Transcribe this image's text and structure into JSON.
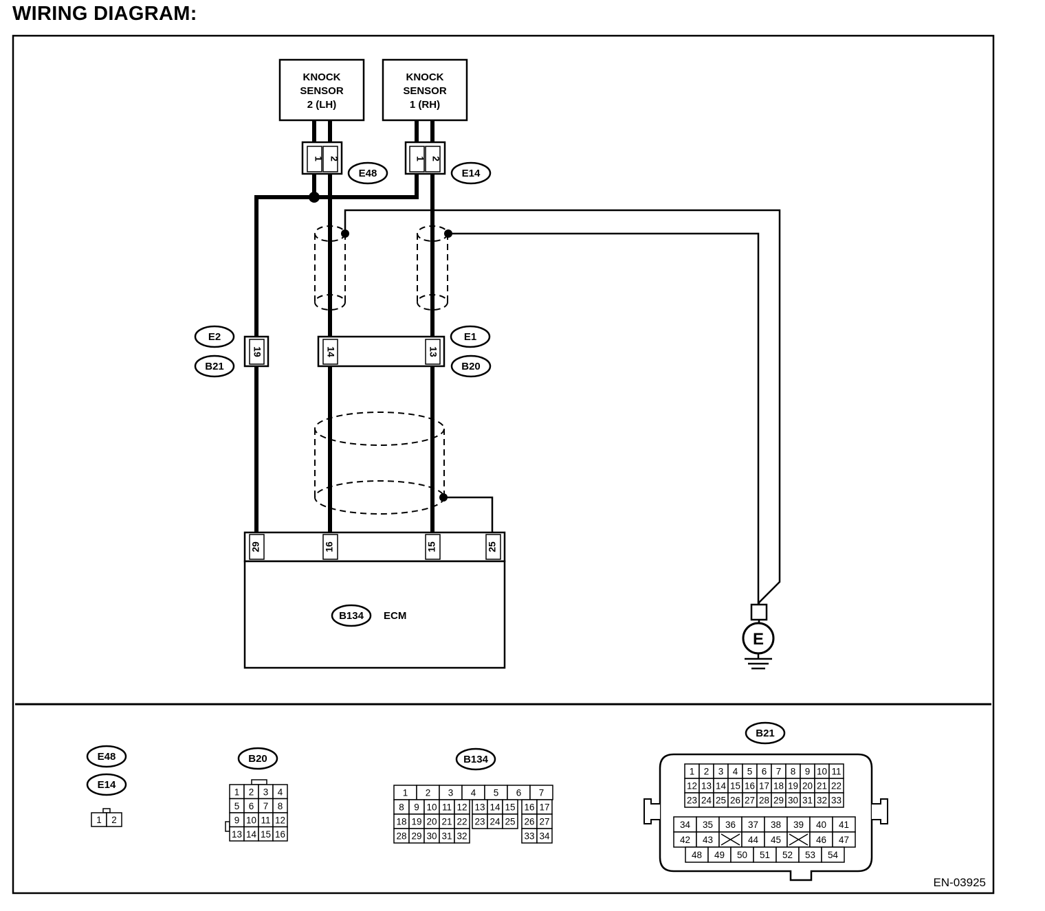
{
  "title": "WIRING DIAGRAM:",
  "components": {
    "knock_lh": [
      "KNOCK",
      "SENSOR",
      "2 (LH)"
    ],
    "knock_rh": [
      "KNOCK",
      "SENSOR",
      "1 (RH)"
    ],
    "ecm": "ECM"
  },
  "connector_ids": {
    "E48": "E48",
    "E14": "E14",
    "E2": "E2",
    "B21": "B21",
    "E1": "E1",
    "B20": "B20",
    "B134": "B134"
  },
  "pins": {
    "e48_1": "1",
    "e48_2": "2",
    "e14_1": "1",
    "e14_2": "2",
    "e2_19": "19",
    "e1_14": "14",
    "e1_13": "13",
    "ecm_29": "29",
    "ecm_16": "16",
    "ecm_15": "15",
    "ecm_25": "25"
  },
  "ground": "E",
  "legend": {
    "e48_e14": [
      "1",
      "2"
    ],
    "b20_rows": [
      [
        "1",
        "2",
        "3",
        "4"
      ],
      [
        "5",
        "6",
        "7",
        "8"
      ],
      [
        "9",
        "10",
        "11",
        "12"
      ],
      [
        "13",
        "14",
        "15",
        "16"
      ]
    ],
    "b134": {
      "row1": [
        "1",
        "2",
        "3",
        "4",
        "5",
        "6",
        "7"
      ],
      "row2": [
        "8",
        "9",
        "10",
        "11",
        "12",
        "13",
        "14",
        "15",
        "16",
        "17"
      ],
      "row3": [
        "18",
        "19",
        "20",
        "21",
        "22",
        "23",
        "24",
        "25",
        "26",
        "27"
      ],
      "row4a": [
        "28",
        "29",
        "30",
        "31",
        "32"
      ],
      "row4b": [
        "33",
        "34"
      ]
    },
    "b21": {
      "top": [
        [
          "1",
          "2",
          "3",
          "4",
          "5",
          "6",
          "7",
          "8",
          "9",
          "10",
          "11"
        ],
        [
          "12",
          "13",
          "14",
          "15",
          "16",
          "17",
          "18",
          "19",
          "20",
          "21",
          "22"
        ],
        [
          "23",
          "24",
          "25",
          "26",
          "27",
          "28",
          "29",
          "30",
          "31",
          "32",
          "33"
        ]
      ],
      "bottom": [
        [
          "34",
          "35",
          "36",
          "37",
          "38",
          "39",
          "40",
          "41"
        ],
        [
          "42",
          "43",
          "",
          "44",
          "45",
          "",
          "46",
          "47"
        ],
        [
          "48",
          "49",
          "50",
          "51",
          "52",
          "53",
          "54"
        ]
      ]
    }
  },
  "figure_code": "EN-03925"
}
